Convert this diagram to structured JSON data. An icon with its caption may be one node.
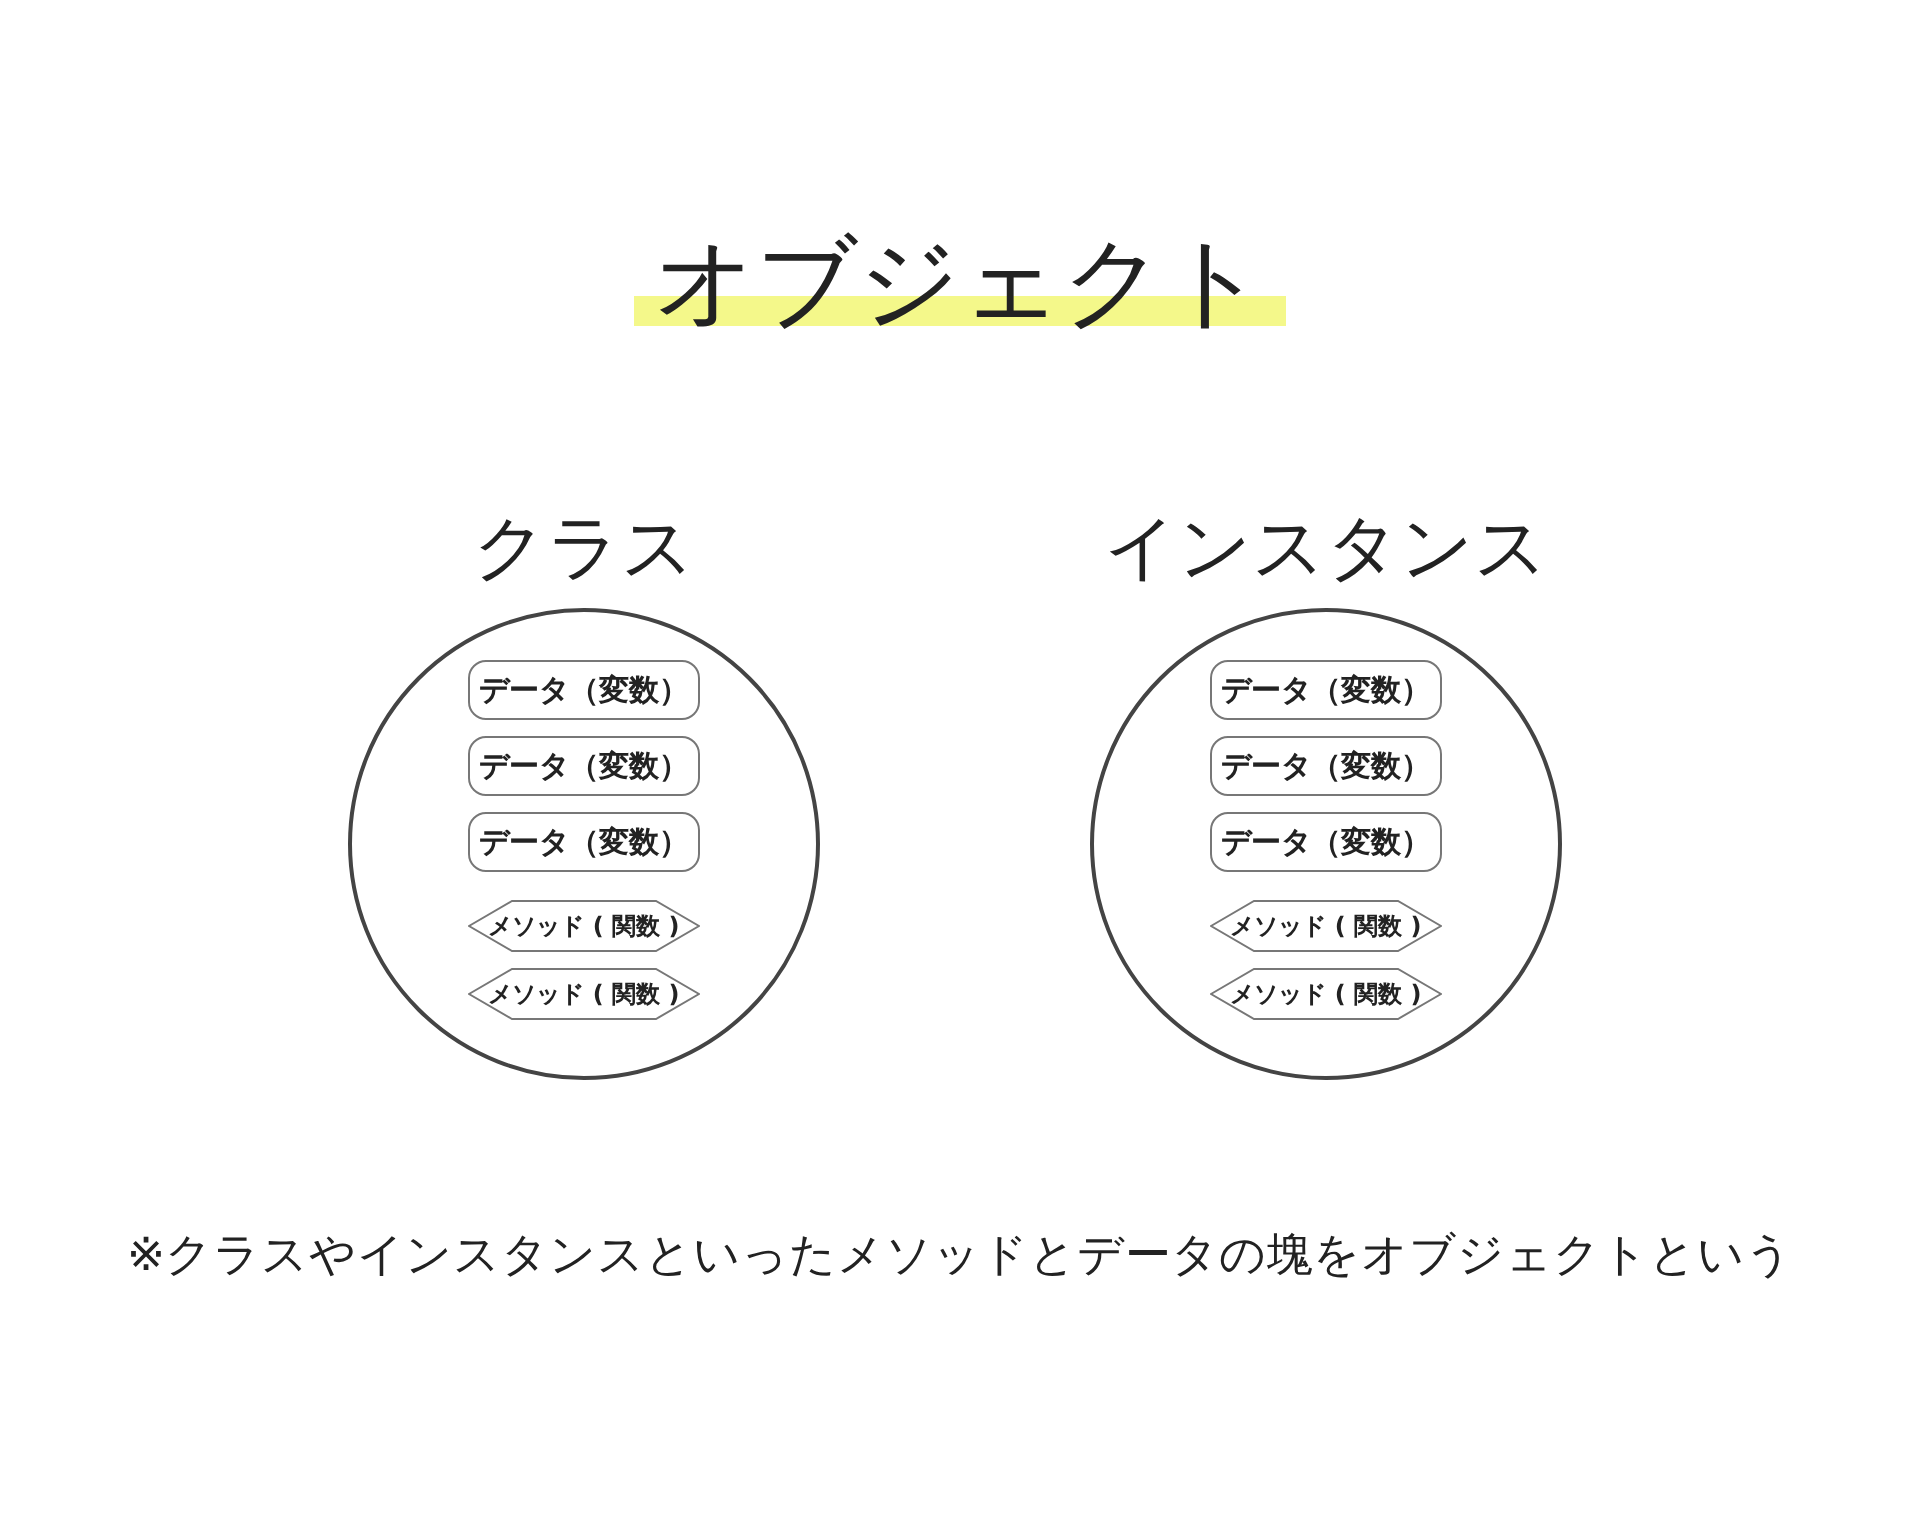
{
  "diagram": {
    "title": "オブジェクト",
    "nodes": [
      {
        "text": [
          "クラス"
        ]
      },
      {
        "text": [
          "データ（変数）"
        ],
        "in": 0
      },
      {
        "text": [
          "データ（変数）"
        ],
        "in": 0
      },
      {
        "text": [
          "データ（変数）"
        ],
        "in": 0
      },
      {
        "text": [
          "メソッド ( 関数 )"
        ],
        "in": 0
      },
      {
        "text": [
          "メソッド ( 関数 )"
        ],
        "in": 0
      },
      {
        "text": [
          "インスタンス"
        ]
      },
      {
        "text": [
          "データ（変数）"
        ],
        "in": 6
      },
      {
        "text": [
          "データ（変数）"
        ],
        "in": 6
      },
      {
        "text": [
          "データ（変数）"
        ],
        "in": 6
      },
      {
        "text": [
          "メソッド ( 関数 )"
        ],
        "in": 6
      },
      {
        "text": [
          "メソッド ( 関数 )"
        ],
        "in": 6
      }
    ],
    "caption": "※クラスやインスタンスといったメソッドとデータの塊をオブジェクトという"
  }
}
